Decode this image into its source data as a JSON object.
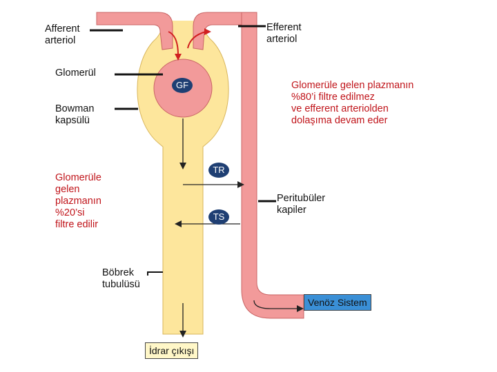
{
  "labels": {
    "afferent": "Afferent\narteriol",
    "efferent": "Efferent\narteriol",
    "glomerul": "Glomerül",
    "bowman": "Bowman\nkapsülü",
    "filtered": "Glomerüle\ngelen\nplazmanın\n%20’si\nfiltre edilir",
    "not_filtered": "Glomerüle gelen plazmanın\n%80’i filtre edilmez\nve efferent arteriolden\ndolaşıma devam eder",
    "peritubular": "Peritubüler\nkapiler",
    "tubule": "Böbrek\ntubulüsü"
  },
  "badges": {
    "gf": "GF",
    "tr": "TR",
    "ts": "TS"
  },
  "boxes": {
    "venous": "Venöz Sistem",
    "urine": "İdrar çıkışı"
  },
  "colors": {
    "vessel": "#f29a9a",
    "tubule": "#fde69c",
    "badge": "#1f3f73",
    "venous_box": "#3a8fd6",
    "urine_box": "#fff7c8",
    "red_text": "#c0141a"
  }
}
